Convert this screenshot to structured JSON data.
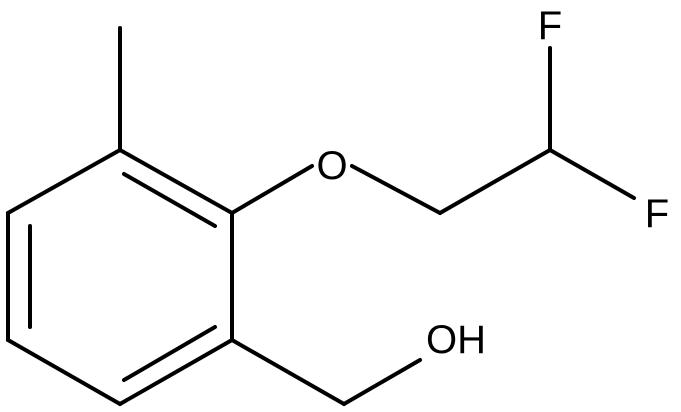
{
  "diagram": {
    "type": "skeletal-structure",
    "line_color": "#000000",
    "background": "#ffffff",
    "atoms": {
      "o_ether": "O",
      "f_top": "F",
      "f_right": "F",
      "oh": "OH"
    }
  }
}
